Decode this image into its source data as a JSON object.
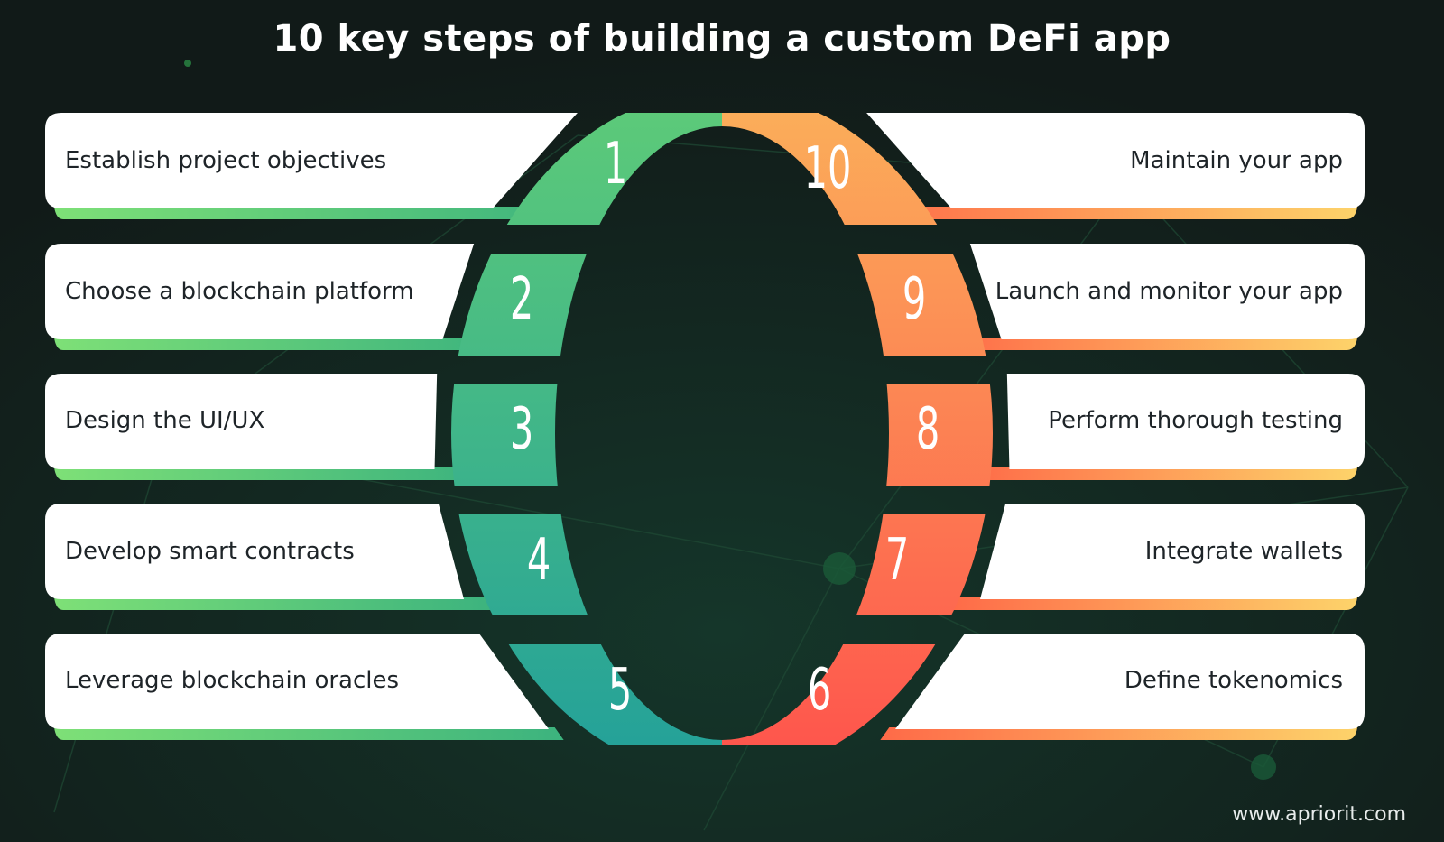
{
  "title": "10 key steps of building a custom DeFi app",
  "steps_left": [
    {
      "number": "1",
      "label": "Establish project objectives",
      "color": "#5cc878"
    },
    {
      "number": "2",
      "label": "Choose a blockchain platform",
      "color": "#4dbd7a"
    },
    {
      "number": "3",
      "label": "Design the UI/UX",
      "color": "#3db384"
    },
    {
      "number": "4",
      "label": "Develop smart contracts",
      "color": "#31ab8e"
    },
    {
      "number": "5",
      "label": "Leverage blockchain oracles",
      "color": "#28a496"
    }
  ],
  "steps_right": [
    {
      "number": "10",
      "label": "Maintain your app",
      "color": "#fba75a"
    },
    {
      "number": "9",
      "label": "Launch and monitor your app",
      "color": "#fd8d4e"
    },
    {
      "number": "8",
      "label": "Perform thorough testing",
      "color": "#fe7748"
    },
    {
      "number": "7",
      "label": "Integrate wallets",
      "color": "#fe6647"
    },
    {
      "number": "6",
      "label": "Define tokenomics",
      "color": "#fe574c"
    }
  ],
  "footer": "www.apriorit.com"
}
